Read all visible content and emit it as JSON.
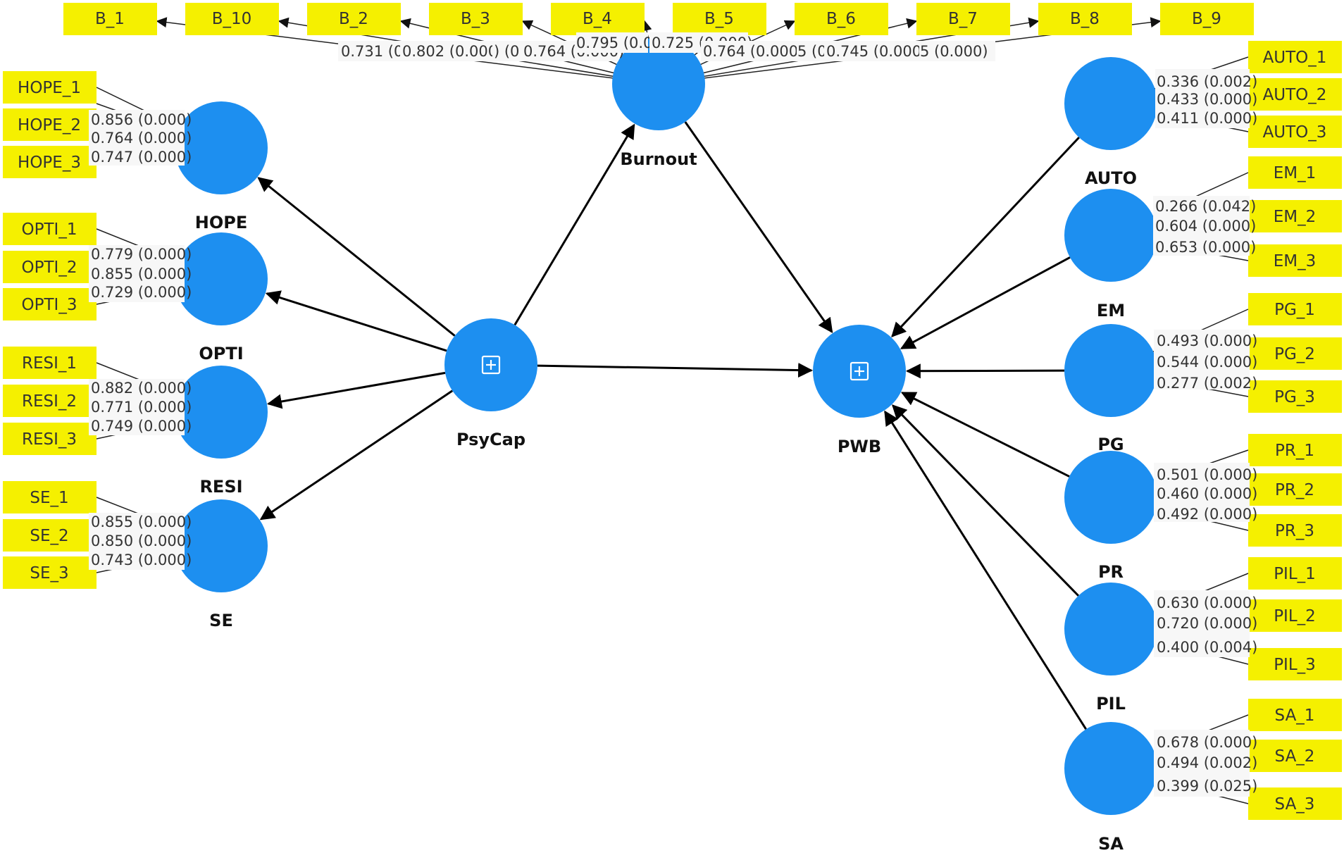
{
  "diagram": {
    "colors": {
      "latent_fill": "#1d8ff0",
      "indicator_fill": "#f5f000",
      "arrow": "#000000",
      "label_bg": "#f7f7f7"
    },
    "latents": [
      {
        "id": "Burnout",
        "label": "Burnout",
        "icon": null
      },
      {
        "id": "HOPE",
        "label": "HOPE",
        "icon": null
      },
      {
        "id": "OPTI",
        "label": "OPTI",
        "icon": null
      },
      {
        "id": "RESI",
        "label": "RESI",
        "icon": null
      },
      {
        "id": "SE",
        "label": "SE",
        "icon": null
      },
      {
        "id": "PsyCap",
        "label": "PsyCap",
        "icon": "expand-box-icon"
      },
      {
        "id": "PWB",
        "label": "PWB",
        "icon": "expand-box-icon"
      },
      {
        "id": "AUTO",
        "label": "AUTO",
        "icon": null
      },
      {
        "id": "EM",
        "label": "EM",
        "icon": null
      },
      {
        "id": "PG",
        "label": "PG",
        "icon": null
      },
      {
        "id": "PR",
        "label": "PR",
        "icon": null
      },
      {
        "id": "PIL",
        "label": "PIL",
        "icon": null
      },
      {
        "id": "SA",
        "label": "SA",
        "icon": null
      }
    ],
    "indicators": [
      "B_1",
      "B_10",
      "B_2",
      "B_3",
      "B_4",
      "B_5",
      "B_6",
      "B_7",
      "B_8",
      "B_9",
      "HOPE_1",
      "HOPE_2",
      "HOPE_3",
      "OPTI_1",
      "OPTI_2",
      "OPTI_3",
      "RESI_1",
      "RESI_2",
      "RESI_3",
      "SE_1",
      "SE_2",
      "SE_3",
      "AUTO_1",
      "AUTO_2",
      "AUTO_3",
      "EM_1",
      "EM_2",
      "EM_3",
      "PG_1",
      "PG_2",
      "PG_3",
      "PR_1",
      "PR_2",
      "PR_3",
      "PIL_1",
      "PIL_2",
      "PIL_3",
      "SA_1",
      "SA_2",
      "SA_3"
    ],
    "structural_paths": [
      {
        "from": "PsyCap",
        "to": "HOPE"
      },
      {
        "from": "PsyCap",
        "to": "OPTI"
      },
      {
        "from": "PsyCap",
        "to": "RESI"
      },
      {
        "from": "PsyCap",
        "to": "SE"
      },
      {
        "from": "PsyCap",
        "to": "Burnout"
      },
      {
        "from": "PsyCap",
        "to": "PWB"
      },
      {
        "from": "Burnout",
        "to": "PWB"
      },
      {
        "from": "AUTO",
        "to": "PWB"
      },
      {
        "from": "EM",
        "to": "PWB"
      },
      {
        "from": "PG",
        "to": "PWB"
      },
      {
        "from": "PR",
        "to": "PWB"
      },
      {
        "from": "PIL",
        "to": "PWB"
      },
      {
        "from": "SA",
        "to": "PWB"
      }
    ],
    "loading_labels": {
      "burnout": [
        "0.731 (0",
        "0.802 (0.000)",
        ") (0",
        "0.764 (0.000)",
        "0.795 (0.00",
        "0.725 (0.000)",
        "0.764 (0.000)",
        "5 (0",
        "0.745 (0.000)",
        "5 (0.000)"
      ],
      "HOPE": [
        "0.856 (0.000)",
        "0.764 (0.000)",
        "0.747 (0.000)"
      ],
      "OPTI": [
        "0.779 (0.000)",
        "0.855 (0.000)",
        "0.729 (0.000)"
      ],
      "RESI": [
        "0.882 (0.000)",
        "0.771 (0.000)",
        "0.749 (0.000)"
      ],
      "SE": [
        "0.855 (0.000)",
        "0.850 (0.000)",
        "0.743 (0.000)"
      ],
      "AUTO": [
        "0.336 (0.002)",
        "0.433 (0.000)",
        "0.411 (0.000)"
      ],
      "EM": [
        "0.266 (0.042)",
        "0.604 (0.000)",
        "0.653 (0.000)"
      ],
      "PG": [
        "0.493 (0.000)",
        "0.544 (0.000)",
        "0.277 (0.002)"
      ],
      "PR": [
        "0.501 (0.000)",
        "0.460 (0.000)",
        "0.492 (0.000)"
      ],
      "PIL": [
        "0.630 (0.000)",
        "0.720 (0.000)",
        "0.400 (0.004)"
      ],
      "SA": [
        "0.678 (0.000)",
        "0.494 (0.002)",
        "0.399 (0.025)"
      ]
    }
  }
}
